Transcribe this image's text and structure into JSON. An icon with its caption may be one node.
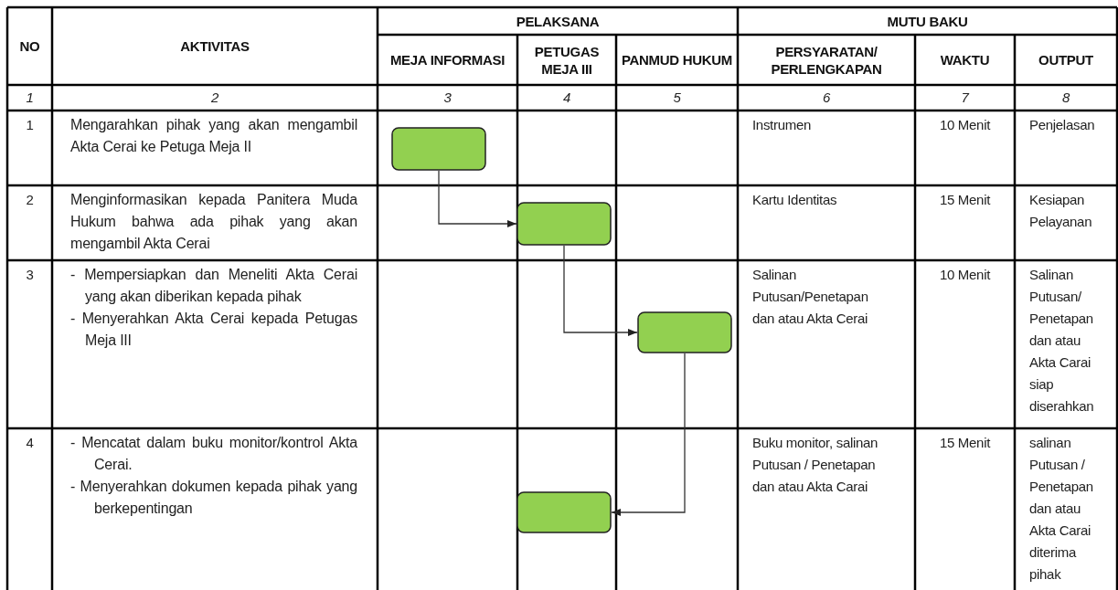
{
  "diagram": {
    "nodes": [
      {
        "text": [],
        "shape": "box"
      },
      {
        "text": [],
        "shape": "box"
      },
      {
        "text": [],
        "shape": "box"
      },
      {
        "text": [],
        "shape": "box"
      }
    ],
    "edges": [
      {
        "from": 0,
        "to": 1,
        "arrow": "to"
      },
      {
        "from": 1,
        "to": 2,
        "arrow": "to"
      },
      {
        "from": 2,
        "to": 3,
        "arrow": "to"
      }
    ],
    "labels": [
      "NO",
      "AKTIVITAS",
      "PELAKSANA",
      "MUTU BAKU",
      "MEJA INFORMASI",
      "PETUGAS MEJA III",
      "PANMUD HUKUM",
      "PERSYARATAN/ PERLENGKAPAN",
      "WAKTU",
      "OUTPUT",
      "1",
      "2",
      "3",
      "4",
      "5",
      "6",
      "7",
      "8",
      "1",
      "Mengarahkan pihak yang akan mengambil Akta Cerai ke Petuga Meja II",
      "Instrumen",
      "10 Menit",
      "Penjelasan",
      "2",
      "Menginformasikan kepada Panitera Muda Hukum bahwa ada pihak yang akan mengambil Akta Cerai",
      "Kartu Identitas",
      "15 Menit",
      "Kesiapan Pelayanan",
      "3",
      "- Mempersiapkan dan Meneliti Akta Cerai yang akan diberikan kepada pihak",
      "- Menyerahkan Akta Cerai kepada Petugas Meja III",
      "Salinan Putusan/Penetapan dan atau Akta Cerai",
      "10 Menit",
      "Salinan Putusan/ Penetapan dan atau Akta Carai siap diserahkan",
      "4",
      "- Mencatat dalam buku monitor/kontrol Akta Cerai.",
      "- Menyerahkan dokumen kepada pihak yang berkepentingan",
      "Buku monitor, salinan Putusan / Penetapan dan atau Akta Carai",
      "15 Menit",
      "salinan Putusan / Penetapan dan atau Akta Carai diterima pihak"
    ]
  }
}
